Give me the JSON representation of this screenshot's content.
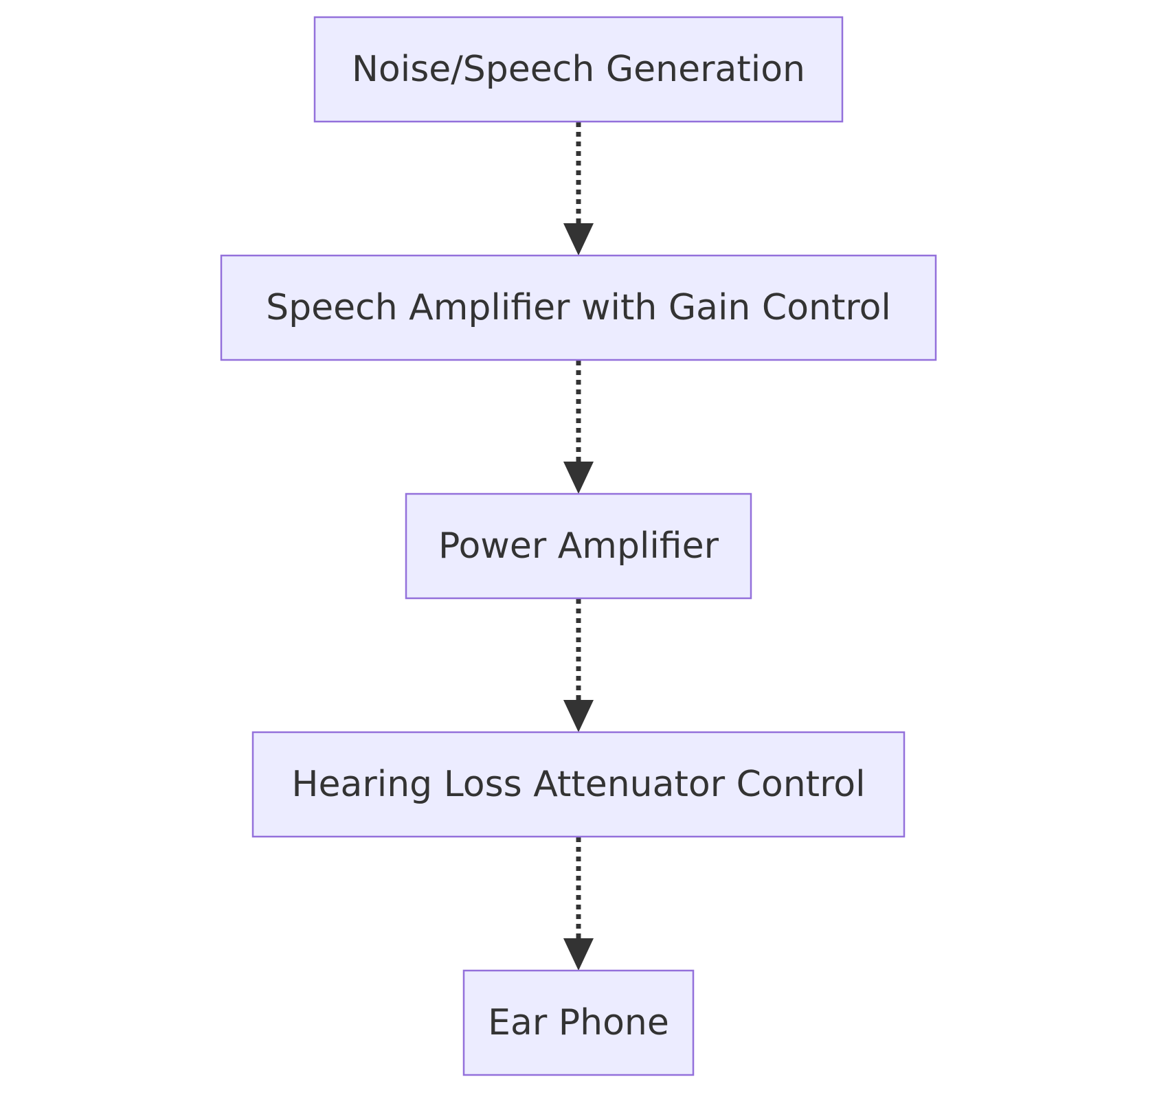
{
  "diagram": {
    "nodes": [
      {
        "id": "noise-speech-generation",
        "label": "Noise/Speech Generation"
      },
      {
        "id": "speech-amplifier",
        "label": "Speech Amplifier with Gain Control"
      },
      {
        "id": "power-amplifier",
        "label": "Power Amplifier"
      },
      {
        "id": "hearing-loss-attenuator",
        "label": "Hearing Loss Attenuator Control"
      },
      {
        "id": "ear-phone",
        "label": "Ear Phone"
      }
    ],
    "edges": [
      {
        "from": "noise-speech-generation",
        "to": "speech-amplifier",
        "style": "dotted"
      },
      {
        "from": "speech-amplifier",
        "to": "power-amplifier",
        "style": "dotted"
      },
      {
        "from": "power-amplifier",
        "to": "hearing-loss-attenuator",
        "style": "dotted"
      },
      {
        "from": "hearing-loss-attenuator",
        "to": "ear-phone",
        "style": "dotted"
      }
    ],
    "colors": {
      "node_fill": "#ECECFF",
      "node_border": "#9370DB",
      "text": "#333333",
      "edge": "#333333"
    }
  }
}
